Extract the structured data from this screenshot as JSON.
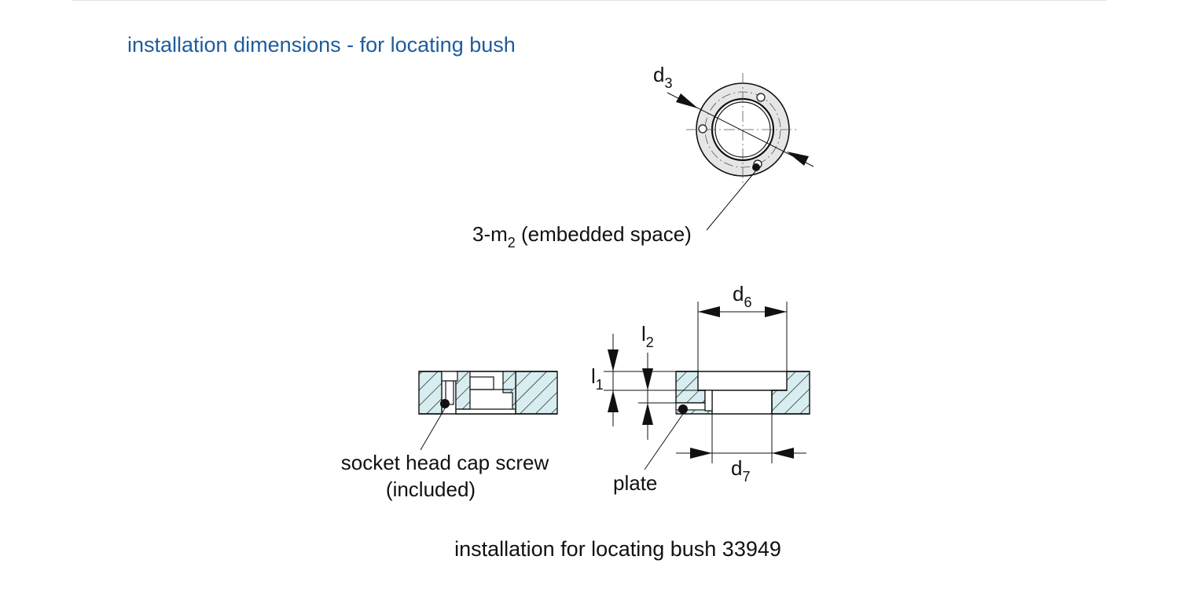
{
  "header": {
    "title": "installation dimensions - for locating bush"
  },
  "front_view": {
    "dim_d3": {
      "base": "d",
      "sub": "3"
    },
    "embed_label": {
      "prefix": "3-m",
      "sub": "2",
      "suffix": " (embedded space)"
    }
  },
  "section_view": {
    "dim_d6": {
      "base": "d",
      "sub": "6"
    },
    "dim_d7": {
      "base": "d",
      "sub": "7"
    },
    "dim_l1": {
      "base": "l",
      "sub": "1"
    },
    "dim_l2": {
      "base": "l",
      "sub": "2"
    },
    "screw_label_line1": "socket head cap screw",
    "screw_label_line2": "(included)",
    "plate_label": "plate"
  },
  "caption": "installation for locating bush 33949",
  "colors": {
    "heading": "#1f5c9c",
    "hatch_fill": "#d7edf0",
    "line": "#111111"
  }
}
